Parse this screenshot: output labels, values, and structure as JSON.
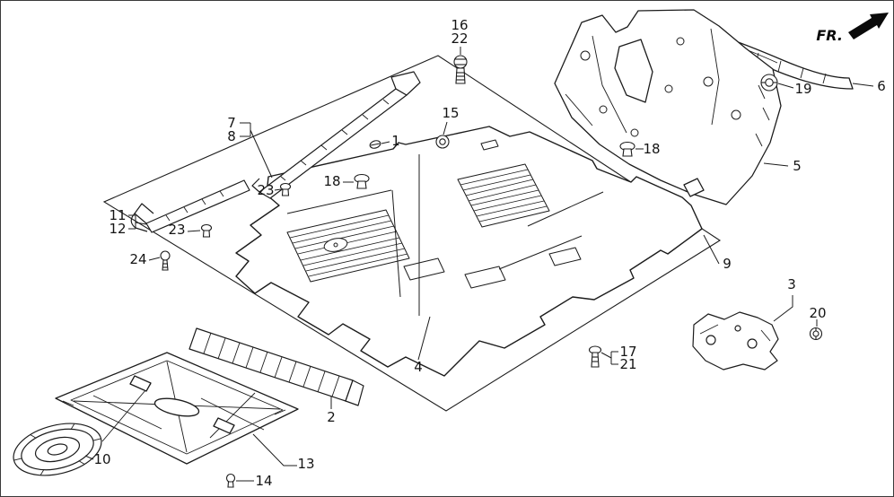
{
  "canvas": {
    "background": "#ffffff",
    "line_color": "#1c1c1c"
  },
  "direction_indicator": {
    "label": "FR."
  },
  "callouts": [
    {
      "label": "16"
    },
    {
      "label": "22"
    },
    {
      "label": "19"
    },
    {
      "label": "6"
    },
    {
      "label": "5"
    },
    {
      "label": "7"
    },
    {
      "label": "8"
    },
    {
      "label": "1"
    },
    {
      "label": "15"
    },
    {
      "label": "18"
    },
    {
      "label": "18"
    },
    {
      "label": "23"
    },
    {
      "label": "11"
    },
    {
      "label": "12"
    },
    {
      "label": "23"
    },
    {
      "label": "24"
    },
    {
      "label": "9"
    },
    {
      "label": "3"
    },
    {
      "label": "20"
    },
    {
      "label": "17"
    },
    {
      "label": "21"
    },
    {
      "label": "4"
    },
    {
      "label": "2"
    },
    {
      "label": "10"
    },
    {
      "label": "13"
    },
    {
      "label": "14"
    }
  ]
}
